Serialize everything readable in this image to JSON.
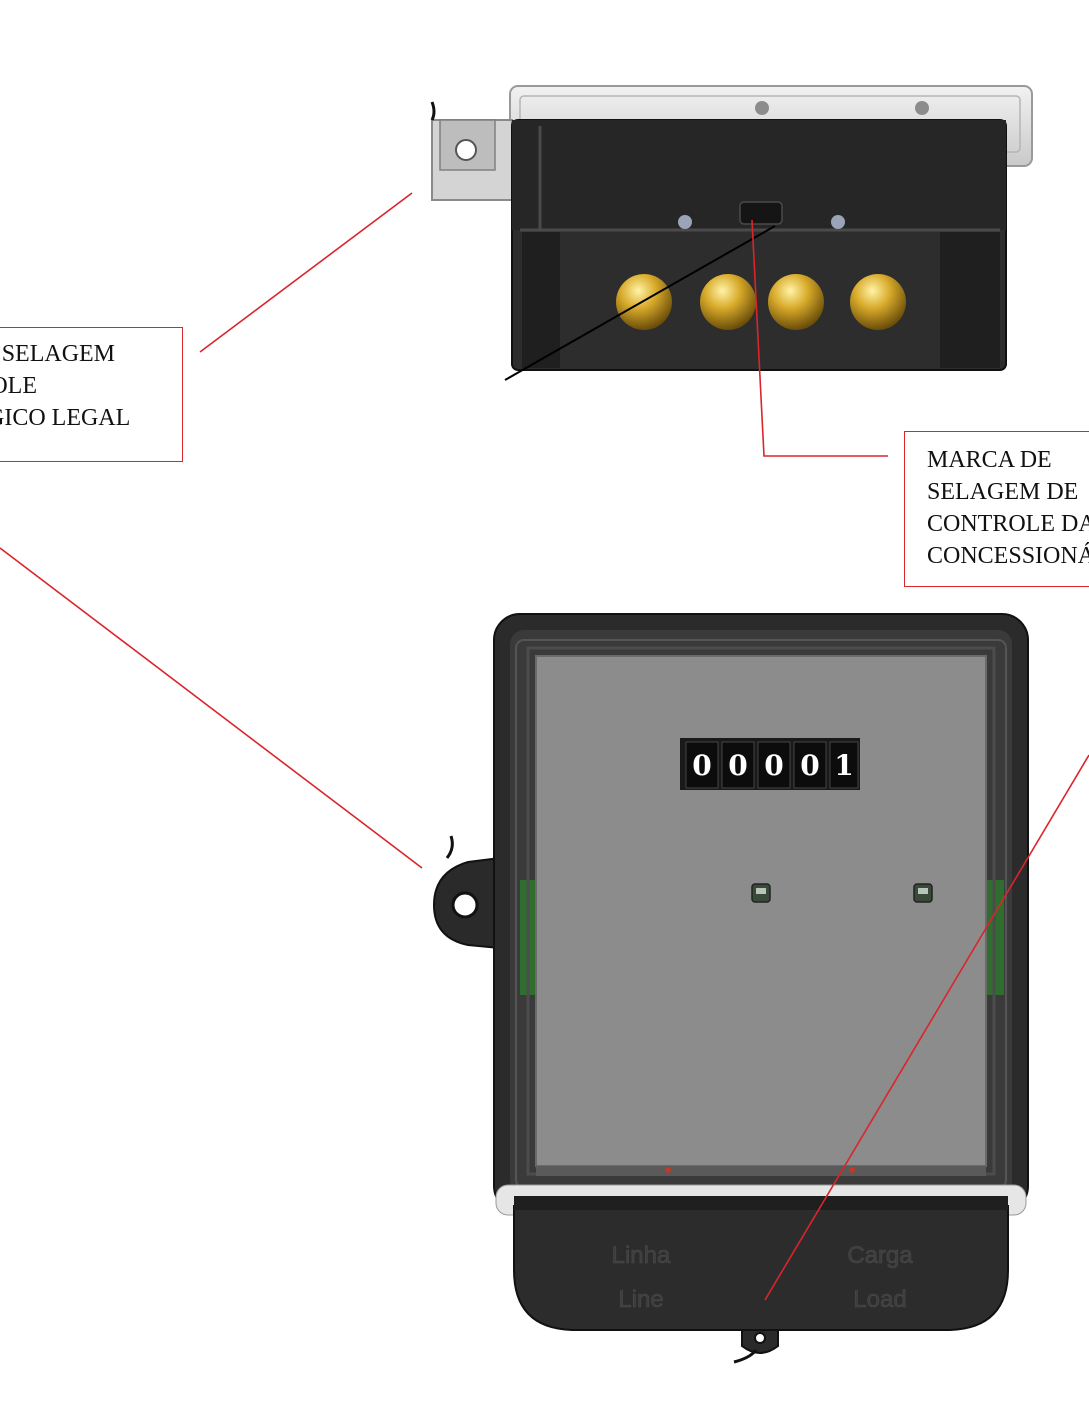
{
  "callouts": {
    "left": {
      "lines": [
        "MARCA DE SELAGEM",
        "DE CONTROLE",
        "METROLÓGICO LEGAL"
      ]
    },
    "right": {
      "lines": [
        "MARCA DE",
        "SELAGEM DE",
        "CONTROLE DA",
        "CONCESSIONÁRIA"
      ]
    }
  },
  "counter": {
    "digits": [
      "0",
      "0",
      "0",
      "0",
      "1"
    ]
  },
  "terminal_labels": {
    "left": [
      "Linha",
      "Line"
    ],
    "right": [
      "Carga",
      "Load"
    ]
  },
  "colors": {
    "leader": "#d9252b",
    "housing": "#2b2b2b",
    "faceplate": "#8a8a8a",
    "brass": "#c9a227"
  }
}
